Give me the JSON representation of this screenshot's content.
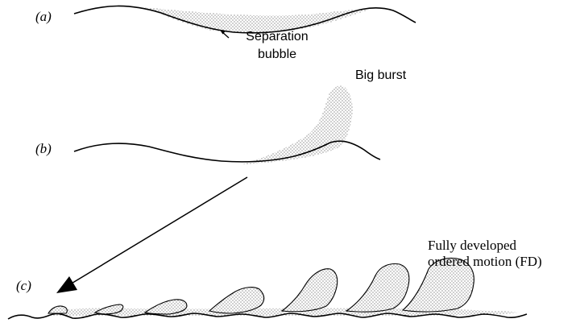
{
  "panels": {
    "a": {
      "label": "(a)",
      "annotation_line1": "Separation",
      "annotation_line2": "bubble"
    },
    "b": {
      "label": "(b)",
      "annotation": "Big burst"
    },
    "c": {
      "label": "(c)",
      "annotation_line1": "Fully developed",
      "annotation_line2": "ordered motion (FD)"
    }
  },
  "colors": {
    "ink": "#000000",
    "stipple": "#6e6e6e",
    "background": "#ffffff"
  },
  "icons": {
    "pointer": "small-arrow-icon",
    "transition": "large-arrow-icon"
  }
}
